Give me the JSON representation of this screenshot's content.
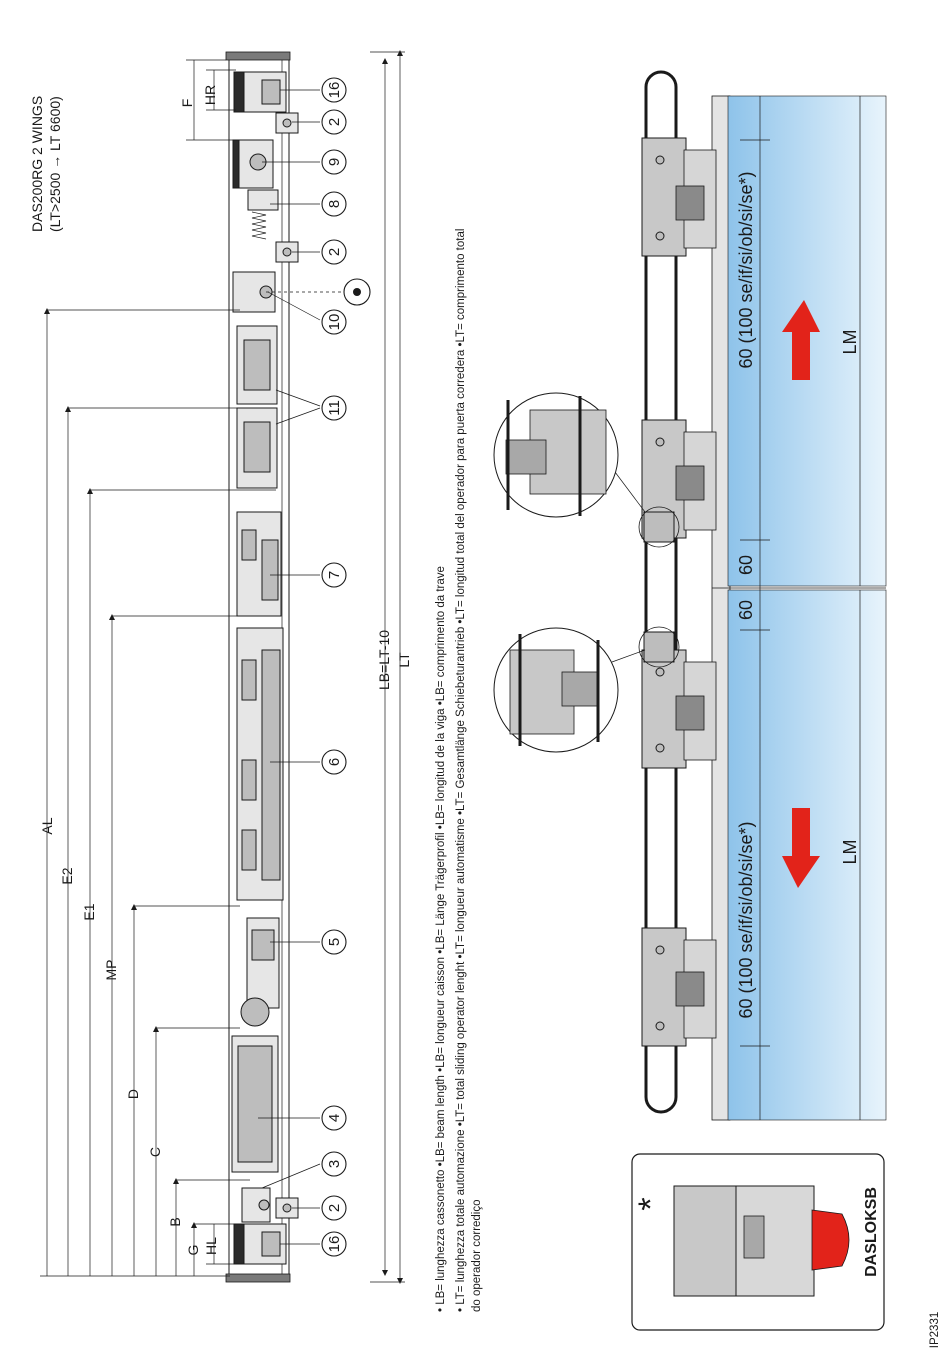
{
  "header": {
    "model": "DAS200RG 2 WINGS",
    "range": "(LT>2500 → LT 6600)"
  },
  "dimensions": {
    "HR": "HR",
    "F": "F",
    "HL": "HL",
    "G": "G",
    "B": "B",
    "C": "C",
    "D": "D",
    "MP": "MP",
    "E1": "E1",
    "E2": "E2",
    "AL": "AL",
    "LB": "LB=LT-10",
    "LT": "LT"
  },
  "callouts": [
    "16",
    "2",
    "9",
    "8",
    "2",
    "10",
    "11",
    "7",
    "6",
    "5",
    "4",
    "3",
    "2",
    "16"
  ],
  "legend": {
    "line1": "• LB= lunghezza cassonetto •LB= beam length •LB= longueur caisson •LB= Länge Trägerprofil •LB= longitud de la viga •LB= comprimento da trave",
    "line2": "• LT= lunghezza totale automazione •LT= total sliding operator lenght •LT= longueur automatisme •LT= Gesamtlänge Schiebeturantrieb •LT= longitud total del operador para puerta corredera •LT= comprimento total",
    "line3": "do operador corrediço"
  },
  "leaf": {
    "upper_stroke": "60 (100 se/if/si/ob/si/se*)",
    "lower_stroke": "60 (100 se/if/si/ob/si/se*)",
    "upper_lm": "LM",
    "lower_lm": "LM",
    "gap_upper": "60",
    "gap_lower": "60"
  },
  "inset": {
    "asterisk": "*",
    "label": "DASLOKSB"
  },
  "code": "IP2331",
  "colors": {
    "glass_dark": "#8ec3ea",
    "glass_light": "#e8f4fc",
    "arrow_red": "#e2231a",
    "metal": "#c8c8c8"
  }
}
